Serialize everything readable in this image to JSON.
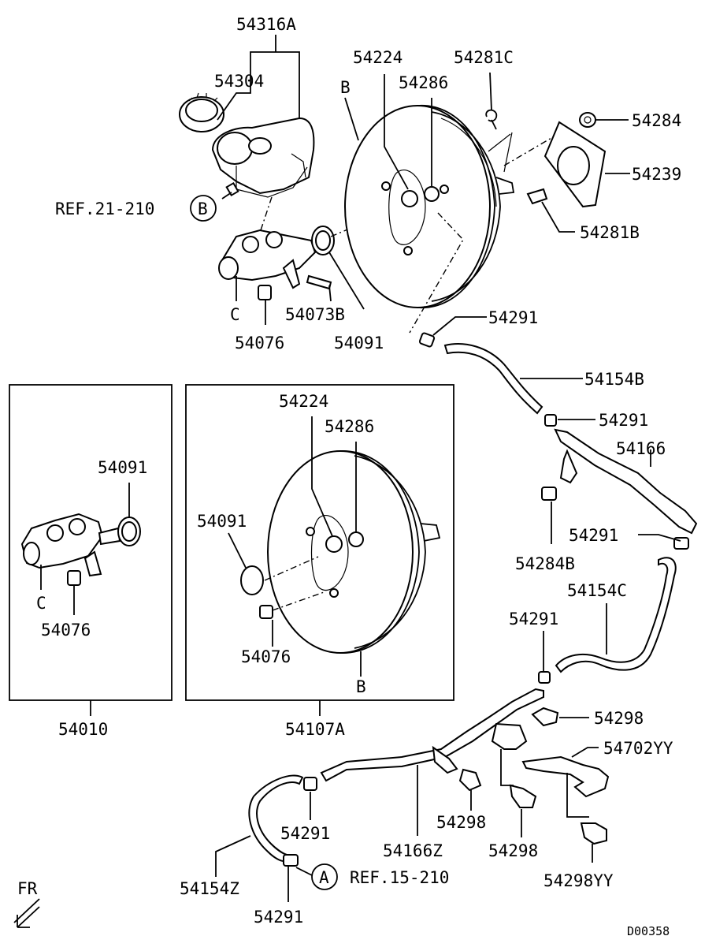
{
  "labels": {
    "p54316A": "54316A",
    "p54304": "54304",
    "ref21": "REF.21-210",
    "circB": "B",
    "p54224_top": "54224",
    "p54286_top": "54286",
    "p54281C": "54281C",
    "p54284": "54284",
    "p54239": "54239",
    "p54281B": "54281B",
    "B_top": "B",
    "C_top": "C",
    "p54076_top": "54076",
    "p54073B": "54073B",
    "p54091_top": "54091",
    "p54291_a": "54291",
    "p54154B": "54154B",
    "p54291_b": "54291",
    "p54166": "54166",
    "p54284B": "54284B",
    "p54291_c": "54291",
    "p54154C": "54154C",
    "p54291_d": "54291",
    "p54298_a": "54298",
    "p54702YY": "54702YY",
    "p54298_b": "54298",
    "p54166Z": "54166Z",
    "p54298_c": "54298",
    "p54298YY": "54298YY",
    "p54291_e": "54291",
    "p54154Z": "54154Z",
    "p54291_f": "54291",
    "circA": "A",
    "ref15": "REF.15-210",
    "FR": "FR",
    "code": "D00358",
    "box1_091": "54091",
    "box1_C": "C",
    "box1_076": "54076",
    "box1_caption": "54010",
    "box2_224": "54224",
    "box2_286": "54286",
    "box2_091": "54091",
    "box2_076": "54076",
    "box2_B": "B",
    "box2_caption": "54107A"
  }
}
